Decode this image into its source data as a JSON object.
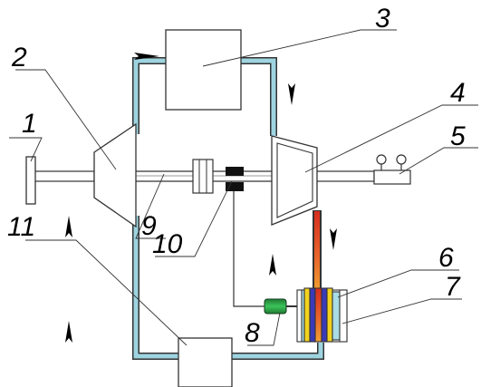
{
  "labels": {
    "n1": "1",
    "n2": "2",
    "n3": "3",
    "n4": "4",
    "n5": "5",
    "n6": "6",
    "n7": "7",
    "n8": "8",
    "n9": "9",
    "n10": "10",
    "n11": "11"
  },
  "colors": {
    "pipe": "#9ed4e0",
    "pipe_outline": "#333333",
    "heater_gradient": [
      "#d62d1f",
      "#e8642b",
      "#f0a030"
    ],
    "plate_yellow": "#f2d21e",
    "plate_blue": "#3a3ab8",
    "plate_light": "#a8dce6",
    "motor_green": "#2ea84a"
  }
}
